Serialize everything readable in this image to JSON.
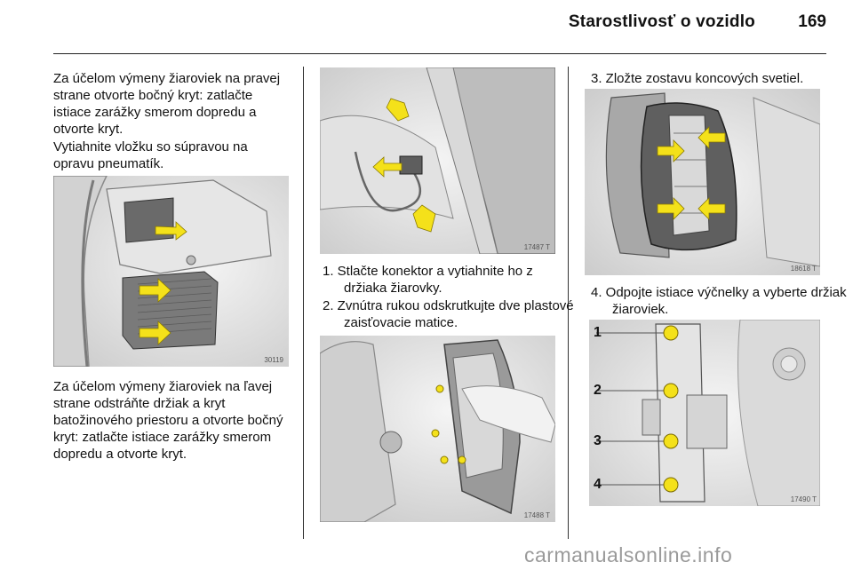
{
  "header": {
    "title": "Starostlivosť o vozidlo",
    "page_number": "169"
  },
  "column1": {
    "para1": "Za účelom výmeny žiaroviek na pravej strane otvorte bočný kryt: zatlačte istiace zarážky smerom dopredu a otvorte kryt.",
    "para2": "Vytiahnite vložku so súpravou na opravu pneumatík.",
    "figure_code": "30119",
    "para3": "Za účelom výmeny žiaroviek na ľavej strane odstráňte držiak a kryt batožinového priestoru a otvorte bočný kryt: zatlačte istiace zarážky smerom dopredu a otvorte kryt."
  },
  "column2": {
    "figure1_code": "17487 T",
    "step1": "1. Stlačte konektor a vytiahnite ho z držiaka žiarovky.",
    "step2": "2. Zvnútra rukou odskrutkujte dve plastové zaisťovacie matice.",
    "figure2_code": "17488 T"
  },
  "column3": {
    "step3": "3. Zložte zostavu koncových svetiel.",
    "figure1_code": "18618 T",
    "step4": "4. Odpojte istiace výčnelky a vyberte držiak žiaroviek.",
    "figure2_code": "17490 T",
    "callouts": [
      "1",
      "2",
      "3",
      "4"
    ]
  },
  "watermark": "carmanualsonline.info",
  "colors": {
    "arrow": "#f4e11a",
    "figure_bg": "#e9e9e9",
    "line": "#222222"
  }
}
